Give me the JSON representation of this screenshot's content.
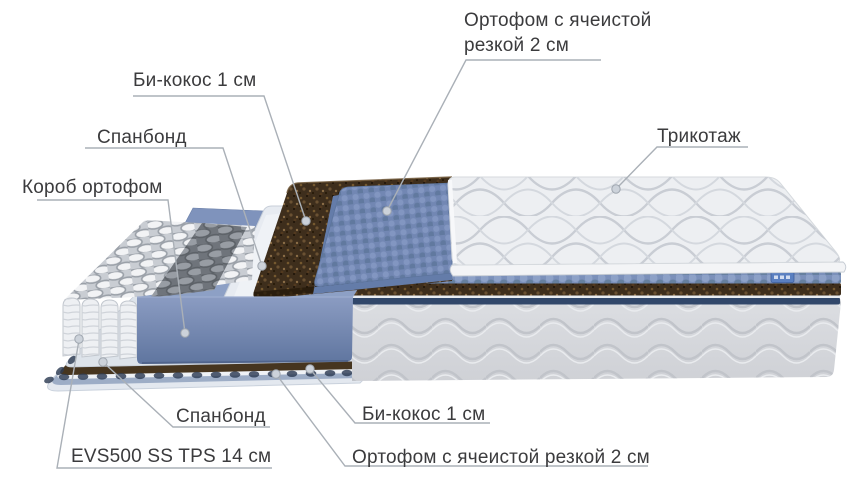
{
  "diagram": {
    "labels": {
      "ortofoam_top": "Ортофом с ячеистой резкой 2 см",
      "bikokos_top": "Би-кокос 1 см",
      "spanbond_top": "Спанбонд",
      "korob_ortofoam": "Короб ортофом",
      "trikotazh": "Трикотаж",
      "spanbond_bottom": "Спанбонд",
      "evs500": "EVS500 SS TPS 14 см",
      "bikokos_bottom": "Би-кокос 1 см",
      "ortofoam_bottom": "Ортофом с ячеистой резкой 2 см"
    },
    "colors": {
      "text": "#3b3b3d",
      "leader_line": "#aab0b7",
      "foam_blue": "#7287b3",
      "foam_box_blue": "#7489b1",
      "coconut_brown": "#3e2e1c",
      "quilt_white": "#edeff2",
      "side_gray": "#d6d8dc",
      "navy_stripe": "#31476a",
      "tag_blue": "#5a7fc0",
      "spring_gray": "#8f949b",
      "spring_white": "#eef0f3"
    }
  }
}
